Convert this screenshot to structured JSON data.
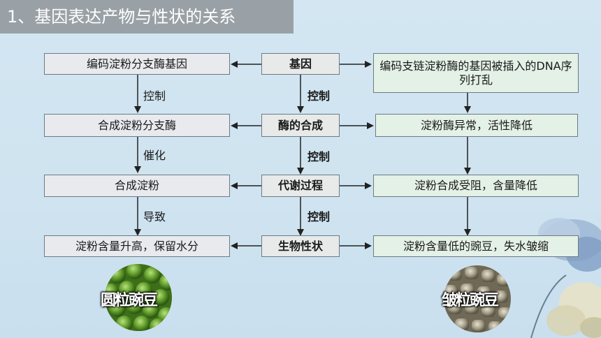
{
  "title": "1、基因表达产物与性状的关系",
  "left_boxes": [
    "编码淀粉分支酶基因",
    "合成淀粉分支酶",
    "合成淀粉",
    "淀粉含量升高，保留水分"
  ],
  "center_boxes": [
    "基因",
    "酶的合成",
    "代谢过程",
    "生物性状"
  ],
  "right_boxes": [
    "编码支链淀粉酶的基因被插入的DNA序列打乱",
    "淀粉酶异常，活性降低",
    "淀粉合成受阻，含量降低",
    "淀粉含量低的豌豆，失水皱缩"
  ],
  "left_arrow_labels": [
    "控制",
    "催化",
    "导致"
  ],
  "center_arrow_labels": [
    "控制",
    "控制",
    "控制"
  ],
  "images": {
    "round_pea": "圆粒豌豆",
    "wrinkled_pea": "皱粒豌豆"
  }
}
